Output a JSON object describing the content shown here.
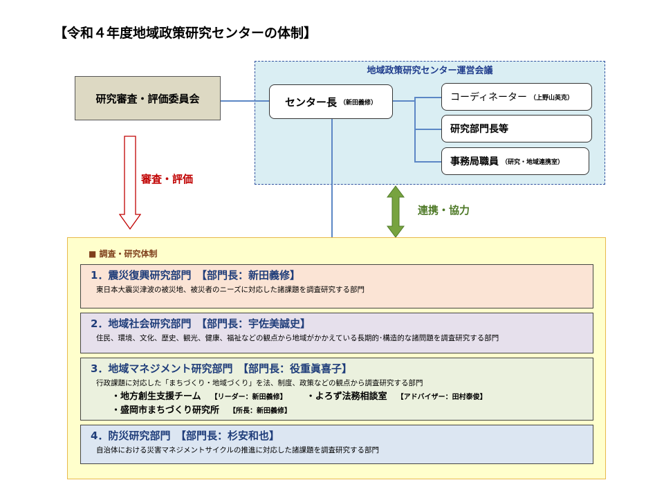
{
  "title": "【令和４年度地域政策研究センターの体制】",
  "review_committee": "研究審査・評価委員会",
  "council": {
    "label": "地域政策研究センター運営会議",
    "director": "センター長",
    "director_name": "（新田義修）",
    "coordinator": "コーディネーター",
    "coordinator_name": "（上野山英克）",
    "department_heads": "研究部門長等",
    "staff": "事務局職員",
    "staff_note": "（研究・地域連携室）"
  },
  "review_arrow_label": "審査・評価",
  "cooperation_label": "連携・協力",
  "colors": {
    "review_arrow": "#c00000",
    "cooperation_arrow": "#77a33f",
    "connector": "#5b86c5"
  },
  "research": {
    "label": "■ 調査・研究体制",
    "departments": [
      {
        "title": "1．震災復興研究部門　【部門長：新田義修】",
        "desc": "東日本大震災津波の被災地、被災者のニーズに対応した諸課題を調査研究する部門"
      },
      {
        "title": "2．地域社会研究部門　【部門長：宇佐美誠史】",
        "desc": "住民、環境、文化、歴史、観光、健康、福祉などの観点から地域がかかえている長期的･構造的な諸問題を調査研究する部門"
      },
      {
        "title": "3．地域マネジメント研究部門　【部門長：役重眞喜子】",
        "desc": "行政課題に対応した「まちづくり・地域づくり」を法、制度、政策などの観点から調査研究する部門",
        "units": [
          {
            "name": "・地方創生支援チーム",
            "tag": "【リーダー：新田義修】"
          },
          {
            "name": "・よろず法務相談室",
            "tag": "【アドバイザー：田村泰俊】"
          },
          {
            "name": "・盛岡市まちづくり研究所",
            "tag": "【所長：新田義修】"
          }
        ]
      },
      {
        "title": "4．防災研究部門　【部門長：杉安和也】",
        "desc": "自治体における災害マネジメントサイクルの推進に対応した諸課題を調査研究する部門"
      }
    ]
  }
}
